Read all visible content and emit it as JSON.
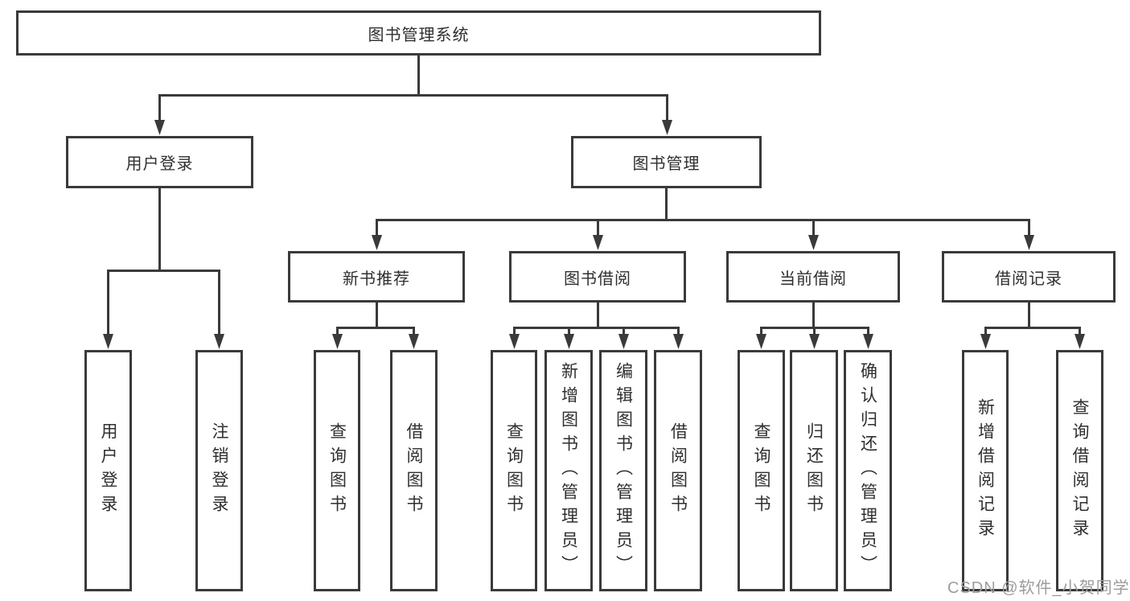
{
  "colors": {
    "line": "#3a3a3a",
    "box_border": "#3a3a3a",
    "box_fill": "#ffffff",
    "text": "#2f2f2f",
    "background": "#ffffff",
    "watermark": "#9c9c9c"
  },
  "watermark": "CSDN @软件_小贺同学",
  "tree": {
    "root": {
      "label": "图书管理系统"
    },
    "level2": [
      {
        "label": "用户登录"
      },
      {
        "label": "图书管理"
      }
    ],
    "level3": [
      {
        "label": "新书推荐",
        "parent": "图书管理"
      },
      {
        "label": "图书借阅",
        "parent": "图书管理"
      },
      {
        "label": "当前借阅",
        "parent": "图书管理"
      },
      {
        "label": "借阅记录",
        "parent": "图书管理"
      }
    ],
    "leaves": [
      {
        "label": "用户登录",
        "parent": "用户登录"
      },
      {
        "label": "注销登录",
        "parent": "用户登录"
      },
      {
        "label": "查询图书",
        "parent": "新书推荐"
      },
      {
        "label": "借阅图书",
        "parent": "新书推荐"
      },
      {
        "label": "查询图书",
        "parent": "图书借阅"
      },
      {
        "label": "新增图书（管理员）",
        "parent": "图书借阅"
      },
      {
        "label": "编辑图书（管理员）",
        "parent": "图书借阅"
      },
      {
        "label": "借阅图书",
        "parent": "图书借阅"
      },
      {
        "label": "查询图书",
        "parent": "当前借阅"
      },
      {
        "label": "归还图书",
        "parent": "当前借阅"
      },
      {
        "label": "确认归还（管理员）",
        "parent": "当前借阅"
      },
      {
        "label": "新增借阅记录",
        "parent": "借阅记录"
      },
      {
        "label": "查询借阅记录",
        "parent": "借阅记录"
      }
    ]
  }
}
